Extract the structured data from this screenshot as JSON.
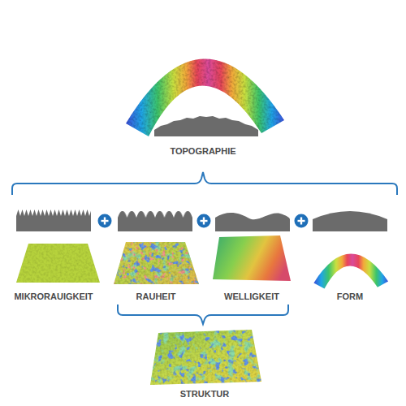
{
  "diagram": {
    "labels": [
      "TOPOGRAPHIE",
      "MIKRORAUIGKEIT",
      "RAUHEIT",
      "WELLIGKEIT",
      "FORM",
      "STRUKTUR"
    ]
  }
}
